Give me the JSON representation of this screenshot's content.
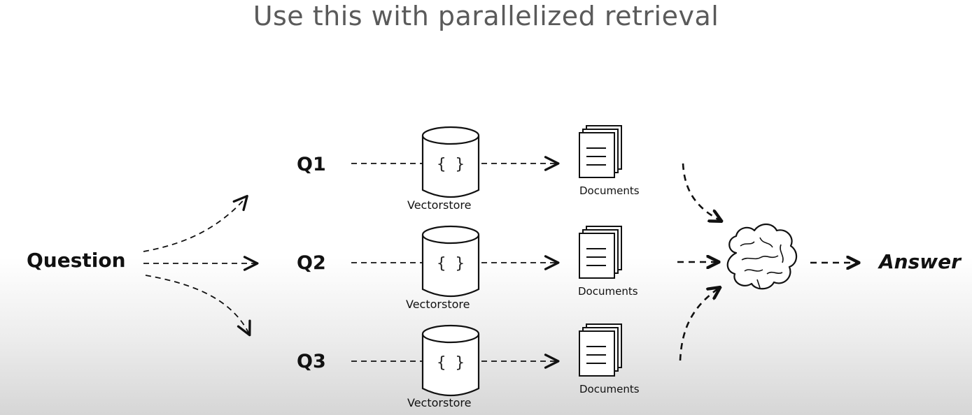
{
  "slide": {
    "title": "Use this with parallelized retrieval"
  },
  "diagram": {
    "input_label": "Question",
    "output_label": "Answer",
    "queries": [
      "Q1",
      "Q2",
      "Q3"
    ],
    "store_label": "Vectorstore",
    "store_icon_text": "{ }",
    "documents_label": "Documents",
    "llm_icon": "brain-icon"
  }
}
